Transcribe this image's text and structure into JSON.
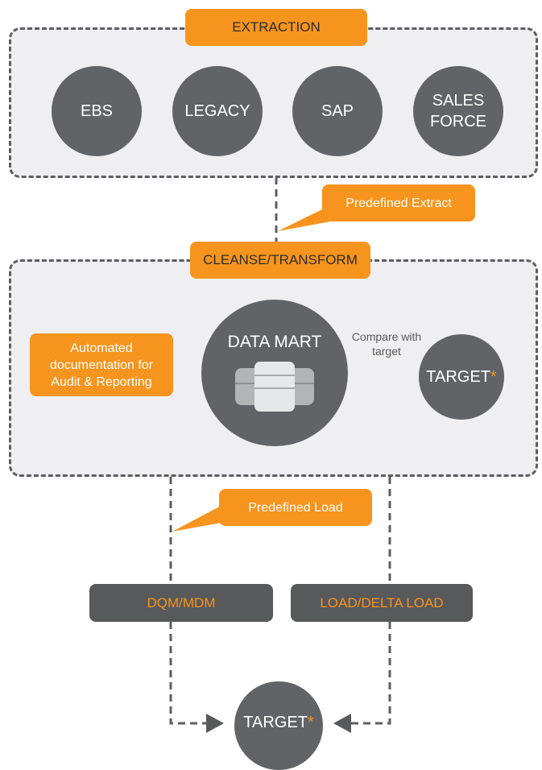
{
  "extraction": {
    "title": "EXTRACTION",
    "sources": [
      "EBS",
      "LEGACY",
      "SAP",
      "SALES FORCE"
    ]
  },
  "callouts": {
    "extract": "Predefined Extract",
    "load": "Predefined Load",
    "audit": "Automated documentation for Audit & Reporting"
  },
  "cleanse": {
    "title": "CLEANSE/TRANSFORM",
    "data_mart": "DATA MART",
    "compare": "Compare with target",
    "target": "TARGET",
    "star": "*"
  },
  "load_stage": {
    "dqm": "DQM/MDM",
    "delta": "LOAD/DELTA LOAD"
  },
  "final": {
    "target": "TARGET",
    "star": "*"
  },
  "colors": {
    "orange": "#f7941d",
    "dark_gray": "#58595b",
    "circle_gray": "#626367",
    "panel": "#efeff1"
  }
}
